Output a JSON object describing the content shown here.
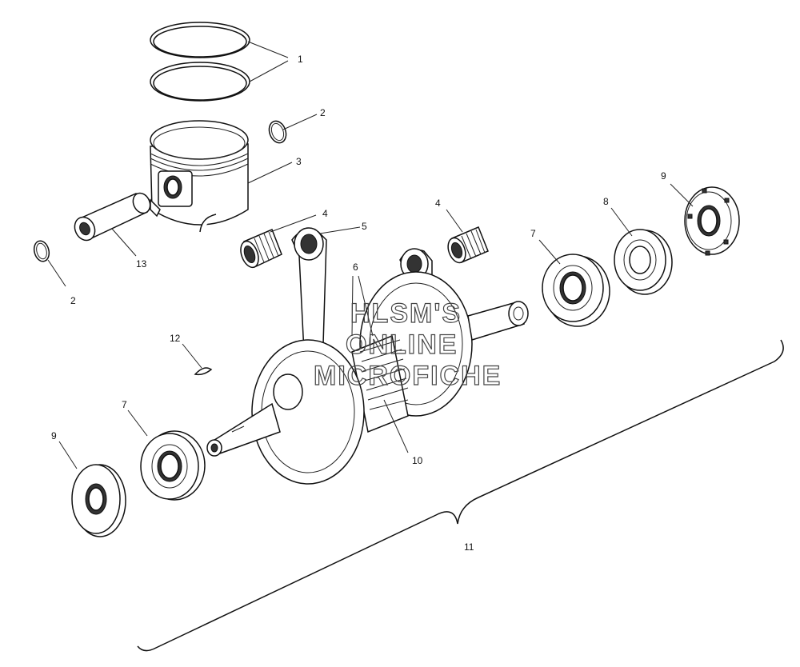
{
  "callouts": {
    "c1": "1",
    "c2a": "2",
    "c2b": "2",
    "c3": "3",
    "c4a": "4",
    "c4b": "4",
    "c5": "5",
    "c6": "6",
    "c7a": "7",
    "c7b": "7",
    "c8": "8",
    "c9a": "9",
    "c9b": "9",
    "c10": "10",
    "c11": "11",
    "c12": "12",
    "c13": "13"
  },
  "watermark": {
    "line1": "HLSM'S",
    "line2": "ONLINE",
    "line3": "MICROFICHE"
  }
}
